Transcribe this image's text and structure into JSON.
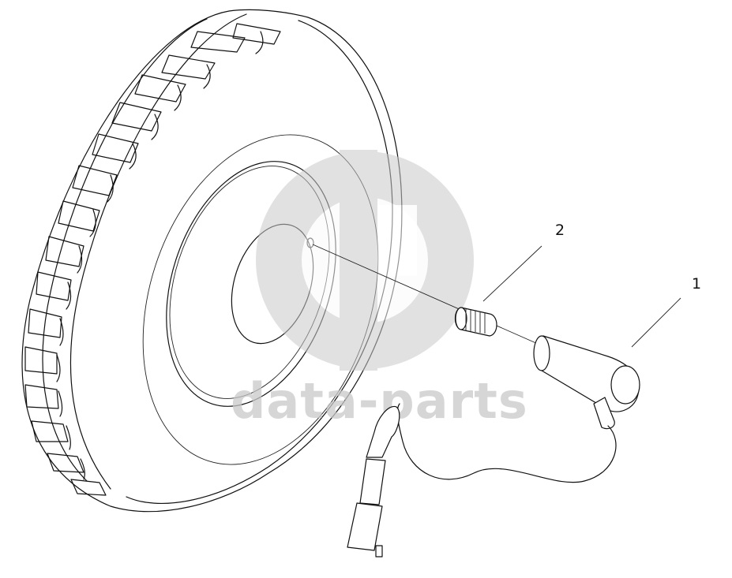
{
  "watermark": {
    "text": "data-parts",
    "color": "#c9c9c9"
  },
  "callouts": [
    {
      "label": "1",
      "part": "wheel-sensor"
    },
    {
      "label": "2",
      "part": "needle-bearing"
    }
  ]
}
